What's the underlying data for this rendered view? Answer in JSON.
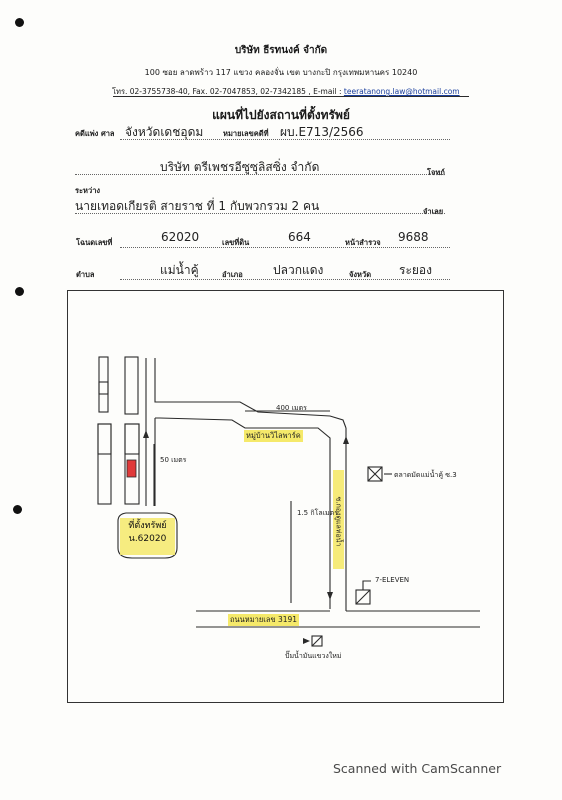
{
  "header": {
    "company": "บริษัท ธีรทนงค์ จำกัด",
    "address": "100 ซอย ลาดพร้าว 117 แขวง คลองจั่น เขต บางกะปิ กรุงเทพมหานคร 10240",
    "phones": "โทร. 02-3755738-40, Fax. 02-7047853, 02-7342185 , E-mail :",
    "email": "teeratanong.law@hotmail.com"
  },
  "title": "แผนที่ไปยังสถานที่ตั้งทรัพย์",
  "form": {
    "court_label": "คดีแพ่ง ศาล",
    "court_value": "จังหวัดเดชอุดม",
    "black_case_label": "หมายเลขคดีที่",
    "black_case_value": "ผบ.E713/2566",
    "plaintiff_value": "บริษัท ตรีเพชรอีซูซุลิสซิ่ง จำกัด",
    "plaintiff_label": "โจทก์",
    "between_label": "ระหว่าง",
    "defendant_value": "นายเทอดเกียรติ สายราช ที่ 1 กับพวกรวม 2 คน",
    "defendant_label": "จำเลย",
    "deed_label": "โฉนดเลขที่",
    "deed_value": "62020",
    "land_no_label": "เลขที่ดิน",
    "land_no_value": "664",
    "survey_label": "หน้าสำรวจ",
    "survey_value": "9688",
    "subdistrict_label": "ตำบล",
    "subdistrict_value": "แม่น้ำคู้",
    "district_label": "อำเภอ",
    "district_value": "ปลวกแดง",
    "province_label": "จังหวัด",
    "province_value": "ระยอง"
  },
  "map": {
    "dist_400": "400 เมตร",
    "dist_50": "50 เมตร",
    "dist_1_5": "1.5 กิโลเมตร",
    "village_road": "หมู่บ้านวิไลพาร์ค",
    "soi_label": "ซ.กองดูแลท่อนํ้า",
    "market": "ตลาดมัดแม่น้ำคู้ ซ.3",
    "store": "7-ELEVEN",
    "highway": "ถนนหมายเลข 3191",
    "gas_station": "ปั๊มน้ำมันแขวงใหม่",
    "target_line1": "ที่ตั้งทรัพย์",
    "target_line2": "น.62020",
    "colors": {
      "highlight": "#f5e96a",
      "target": "#e03a3a"
    }
  },
  "footer": {
    "scanner": "Scanned with CamScanner"
  }
}
